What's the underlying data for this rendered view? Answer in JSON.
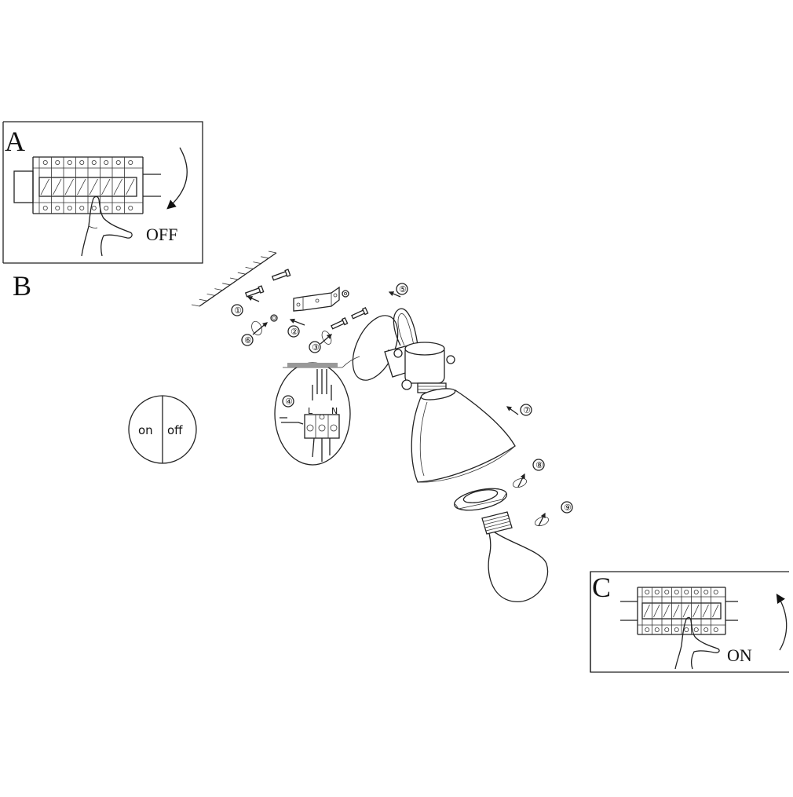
{
  "panels": {
    "a": {
      "letter": "A",
      "state_label": "OFF"
    },
    "b": {
      "letter": "B"
    },
    "c": {
      "letter": "C",
      "state_label": "ON"
    }
  },
  "steps": [
    "①",
    "②",
    "③",
    "④",
    "⑤",
    "⑥",
    "⑦",
    "⑧",
    "⑨"
  ],
  "switch": {
    "on_label": "on",
    "off_label": "off"
  },
  "terminal": {
    "l_label": "L",
    "n_label": "N"
  }
}
